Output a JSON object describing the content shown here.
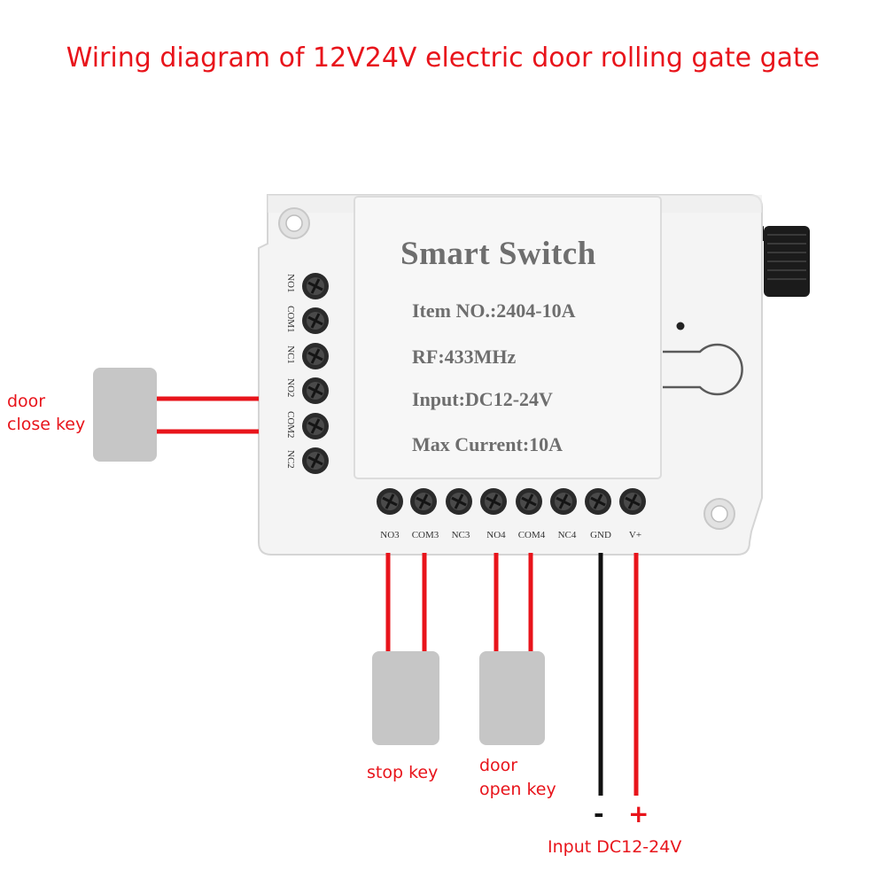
{
  "title": "Wiring diagram of 12V24V electric door rolling gate gate",
  "board": {
    "heading": "Smart Switch",
    "item_no": "Item NO.:2404-10A",
    "rf": "RF:433MHz",
    "input": "Input:DC12-24V",
    "max_current": "Max Current:10A"
  },
  "terminals_side": [
    "NO1",
    "COM1",
    "NC1",
    "NO2",
    "COM2",
    "NC2"
  ],
  "terminals_bottom": [
    "NO3",
    "COM3",
    "NC3",
    "NO4",
    "COM4",
    "NC4",
    "GND",
    "V+"
  ],
  "keys": {
    "close_line1": "door",
    "close_line2": "close key",
    "stop": "stop key",
    "open_line1": "door",
    "open_line2": "open key"
  },
  "power": {
    "minus": "-",
    "plus": "+",
    "label": "Input DC12-24V"
  },
  "colors": {
    "accent_red": "#e8141b",
    "wire_black": "#111111",
    "board": "#f4f4f4",
    "key_box": "#c6c6c6"
  }
}
